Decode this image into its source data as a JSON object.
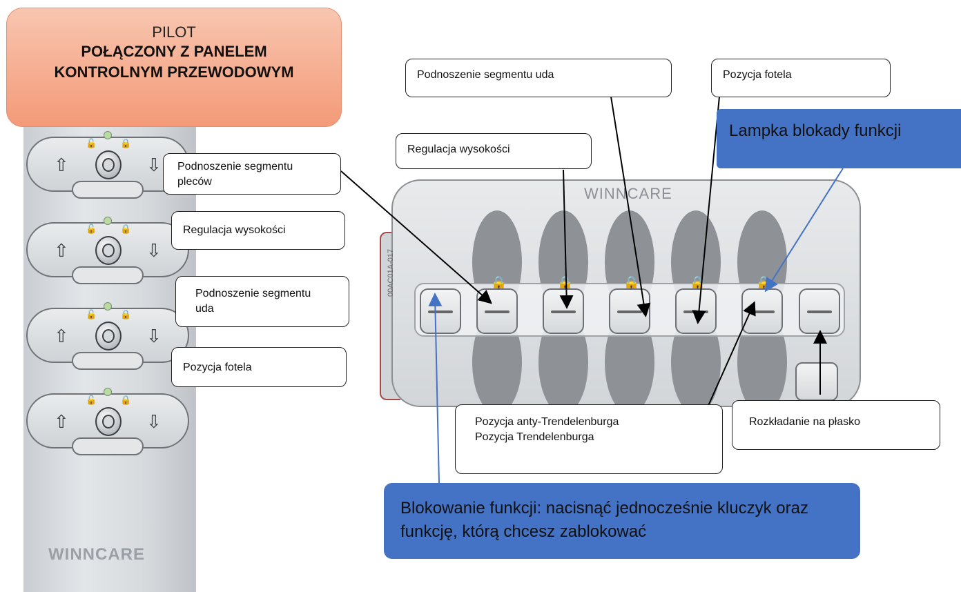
{
  "title_box": {
    "line1": "PILOT",
    "line2": "POŁĄCZONY Z PANELEM KONTROLNYM PRZEWODOWYM"
  },
  "remote": {
    "up_icon": "arrow-up-icon",
    "down_icon": "arrow-down-icon",
    "brand": "WINNCARE"
  },
  "remote_callouts": {
    "backrest": "Podnoszenie segmentu pleców",
    "height": "Regulacja wysokości",
    "thigh": "Podnoszenie segmentu uda",
    "chair": "Pozycja fotela"
  },
  "panel_callouts": {
    "thigh": "Podnoszenie segmentu uda",
    "chair": "Pozycja fotela",
    "height": "Regulacja wysokości",
    "trend_line1": "Pozycja anty-Trendelenburga",
    "trend_line2": "Pozycja Trendelenburga",
    "flat": "Rozkładanie na płasko"
  },
  "panel": {
    "brand": "WINNCARE",
    "code": "00AC01A-017"
  },
  "lock_lamp": "Lampka blokady funkcji",
  "lock_function": "Blokowanie funkcji: nacisnąć jednocześnie kluczyk oraz funkcję, którą chcesz zablokować",
  "colors": {
    "title_fill": "#f49a78",
    "blue_box": "#4472c4",
    "remote": "#d7dadd",
    "panel": "#e0e2e5"
  }
}
